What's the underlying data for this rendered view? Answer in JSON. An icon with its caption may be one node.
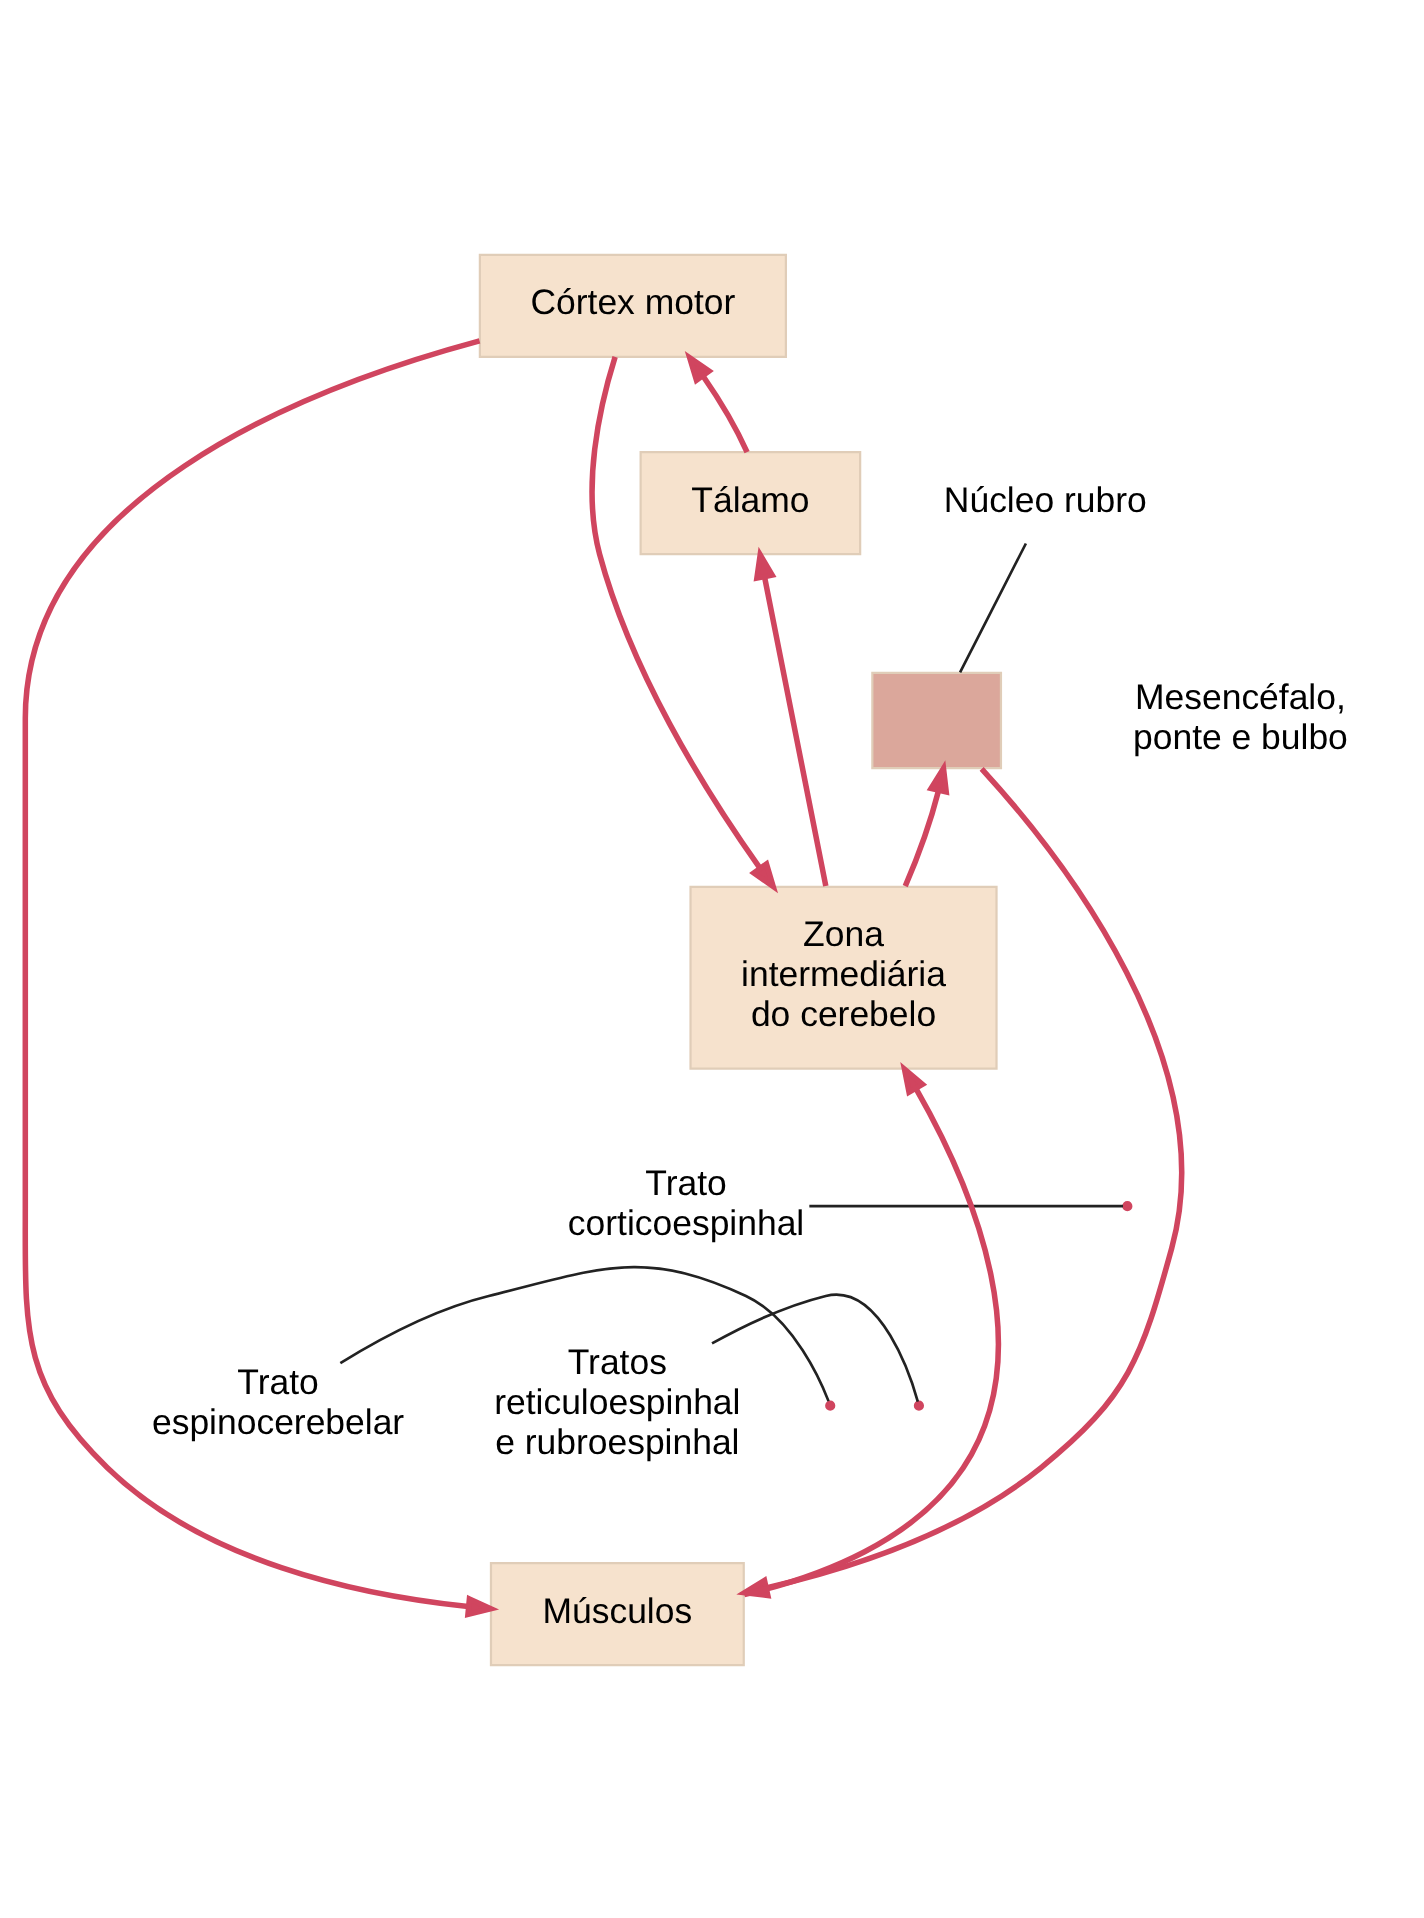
{
  "diagram": {
    "nodes": [
      {
        "text": [
          "Córtex motor"
        ]
      },
      {
        "text": [
          "Núcleo rubro"
        ]
      },
      {
        "text": [
          "Tálamo"
        ]
      },
      {
        "text": [],
        "shape": "box"
      },
      {
        "text": [
          "Zona intermediária do cerebelo"
        ]
      },
      {
        "text": [
          "Trato corticoespinhal"
        ]
      },
      {
        "text": [
          "Trato espinocerebelar"
        ]
      },
      {
        "text": [
          "Tratos reticuloespinhal e rubroespinhal"
        ]
      },
      {
        "text": [
          "Músculos"
        ]
      }
    ],
    "edges": [
      {
        "from": 0,
        "to": 8,
        "arrow": "to"
      },
      {
        "from": 0,
        "to": 4,
        "arrow": "to"
      },
      {
        "from": 4,
        "to": 2,
        "arrow": "to"
      },
      {
        "from": 4,
        "to": 3,
        "arrow": "to"
      },
      {
        "from": 2,
        "to": 0,
        "arrow": "to"
      },
      {
        "from": 3,
        "to": 8,
        "arrow": "to"
      },
      {
        "from": 8,
        "to": 4,
        "arrow": "to"
      },
      {
        "from": 1,
        "to": 3,
        "arrow": "none",
        "color": "#222222"
      },
      {
        "from": 5,
        "to": null,
        "arrow": "none",
        "color": "#222222"
      },
      {
        "from": 6,
        "to": null,
        "arrow": "none",
        "color": "#222222"
      },
      {
        "from": 7,
        "to": null,
        "arrow": "none",
        "color": "#222222"
      }
    ],
    "labels": [
      "Mesencéfalo, ponte e bulbo"
    ]
  }
}
